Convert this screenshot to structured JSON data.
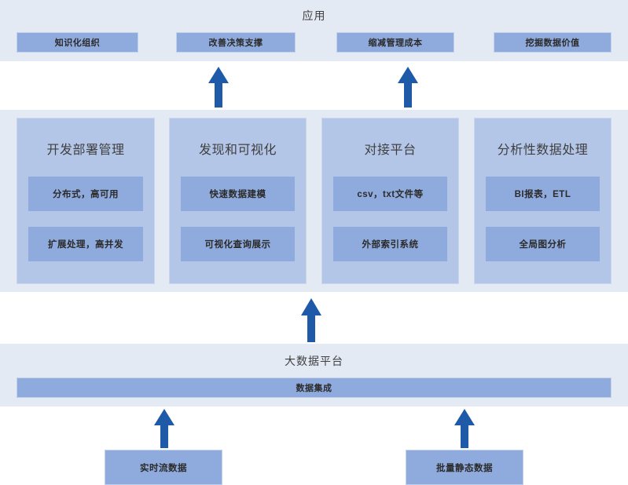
{
  "theme": {
    "panel_bg": "#e4eaf4",
    "box_blue": "#8faadc",
    "column_blue": "#b4c6e7",
    "arrow_navy": "#1f5aa8",
    "text_dark": "#3f3f3f",
    "page_bg": "#ffffff"
  },
  "application_layer": {
    "title": "应用",
    "boxes": [
      {
        "label": "知识化组织"
      },
      {
        "label": "改善决策支撑"
      },
      {
        "label": "缩减管理成本"
      },
      {
        "label": "挖掘数据价值"
      }
    ]
  },
  "capability_layer": {
    "columns": [
      {
        "header": "开发部署管理",
        "items": [
          "分布式，高可用",
          "扩展处理，高并发"
        ]
      },
      {
        "header": "发现和可视化",
        "items": [
          "快速数据建模",
          "可视化查询展示"
        ]
      },
      {
        "header": "对接平台",
        "items": [
          "csv，txt文件等",
          "外部索引系统"
        ]
      },
      {
        "header": "分析性数据处理",
        "items": [
          "BI报表，ETL",
          "全局图分析"
        ]
      }
    ]
  },
  "platform_layer": {
    "title": "大数据平台",
    "bar_label": "数据集成"
  },
  "source_layer": {
    "boxes": [
      {
        "label": "实时流数据"
      },
      {
        "label": "批量静态数据"
      }
    ]
  },
  "arrows": [
    {
      "name": "arrow-to-improve-decision",
      "direction": "up"
    },
    {
      "name": "arrow-to-reduce-cost",
      "direction": "up"
    },
    {
      "name": "arrow-platform-to-capability",
      "direction": "up"
    },
    {
      "name": "arrow-stream-source-to-platform",
      "direction": "up"
    },
    {
      "name": "arrow-batch-source-to-platform",
      "direction": "up"
    }
  ]
}
